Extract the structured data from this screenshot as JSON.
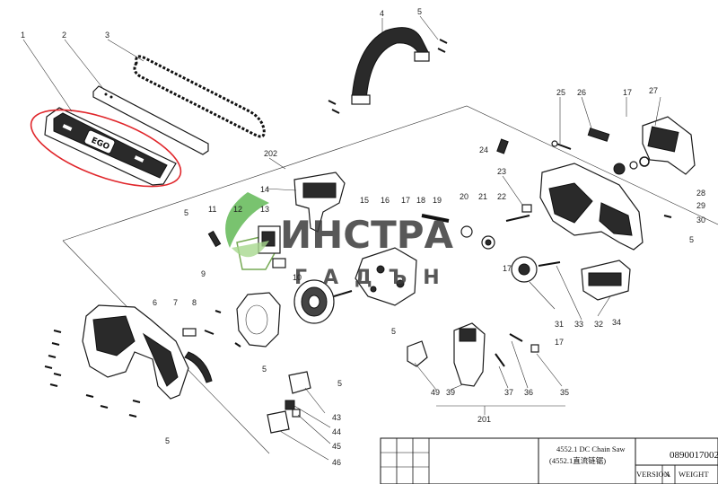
{
  "watermark": {
    "line1": "ИНСТРА",
    "line2": "ГАДЪН"
  },
  "title_block": {
    "model_en": "4552.1 DC Chain Saw",
    "model_cn": "(4552.1直流链锯)",
    "drawing_no": "0890017002",
    "version_label": "VERSION",
    "version_value": "A",
    "weight_label": "WEIGHT"
  },
  "callouts": [
    {
      "id": "c1",
      "text": "1"
    },
    {
      "id": "c2",
      "text": "2"
    },
    {
      "id": "c3",
      "text": "3"
    },
    {
      "id": "c4",
      "text": "4"
    },
    {
      "id": "c5a",
      "text": "5"
    },
    {
      "id": "c5b",
      "text": "5"
    },
    {
      "id": "c5c",
      "text": "5"
    },
    {
      "id": "c5d",
      "text": "5"
    },
    {
      "id": "c5e",
      "text": "5"
    },
    {
      "id": "c5f",
      "text": "5"
    },
    {
      "id": "c5g",
      "text": "5"
    },
    {
      "id": "c5h",
      "text": "5"
    },
    {
      "id": "c6",
      "text": "6"
    },
    {
      "id": "c7",
      "text": "7"
    },
    {
      "id": "c8",
      "text": "8"
    },
    {
      "id": "c9",
      "text": "9"
    },
    {
      "id": "c10",
      "text": "10"
    },
    {
      "id": "c11",
      "text": "11"
    },
    {
      "id": "c12",
      "text": "12"
    },
    {
      "id": "c13",
      "text": "13"
    },
    {
      "id": "c14",
      "text": "14"
    },
    {
      "id": "c15",
      "text": "15"
    },
    {
      "id": "c16",
      "text": "16"
    },
    {
      "id": "c17a",
      "text": "17"
    },
    {
      "id": "c17b",
      "text": "17"
    },
    {
      "id": "c17c",
      "text": "17"
    },
    {
      "id": "c17d",
      "text": "17"
    },
    {
      "id": "c18",
      "text": "18"
    },
    {
      "id": "c19",
      "text": "19"
    },
    {
      "id": "c20",
      "text": "20"
    },
    {
      "id": "c21",
      "text": "21"
    },
    {
      "id": "c22",
      "text": "22"
    },
    {
      "id": "c23",
      "text": "23"
    },
    {
      "id": "c24",
      "text": "24"
    },
    {
      "id": "c25",
      "text": "25"
    },
    {
      "id": "c26",
      "text": "26"
    },
    {
      "id": "c27",
      "text": "27"
    },
    {
      "id": "c28",
      "text": "28"
    },
    {
      "id": "c29",
      "text": "29"
    },
    {
      "id": "c30",
      "text": "30"
    },
    {
      "id": "c31",
      "text": "31"
    },
    {
      "id": "c32",
      "text": "32"
    },
    {
      "id": "c33",
      "text": "33"
    },
    {
      "id": "c34",
      "text": "34"
    },
    {
      "id": "c35",
      "text": "35"
    },
    {
      "id": "c36",
      "text": "36"
    },
    {
      "id": "c37",
      "text": "37"
    },
    {
      "id": "c39",
      "text": "39"
    },
    {
      "id": "c43",
      "text": "43"
    },
    {
      "id": "c44",
      "text": "44"
    },
    {
      "id": "c45",
      "text": "45"
    },
    {
      "id": "c46",
      "text": "46"
    },
    {
      "id": "c49",
      "text": "49"
    },
    {
      "id": "c201",
      "text": "201"
    },
    {
      "id": "c202",
      "text": "202"
    }
  ],
  "highlight_color": "#e0262b",
  "watermark_leaf_colors": [
    "#4caf3f",
    "#a7d88f"
  ],
  "bar_logo_text": "EGO"
}
